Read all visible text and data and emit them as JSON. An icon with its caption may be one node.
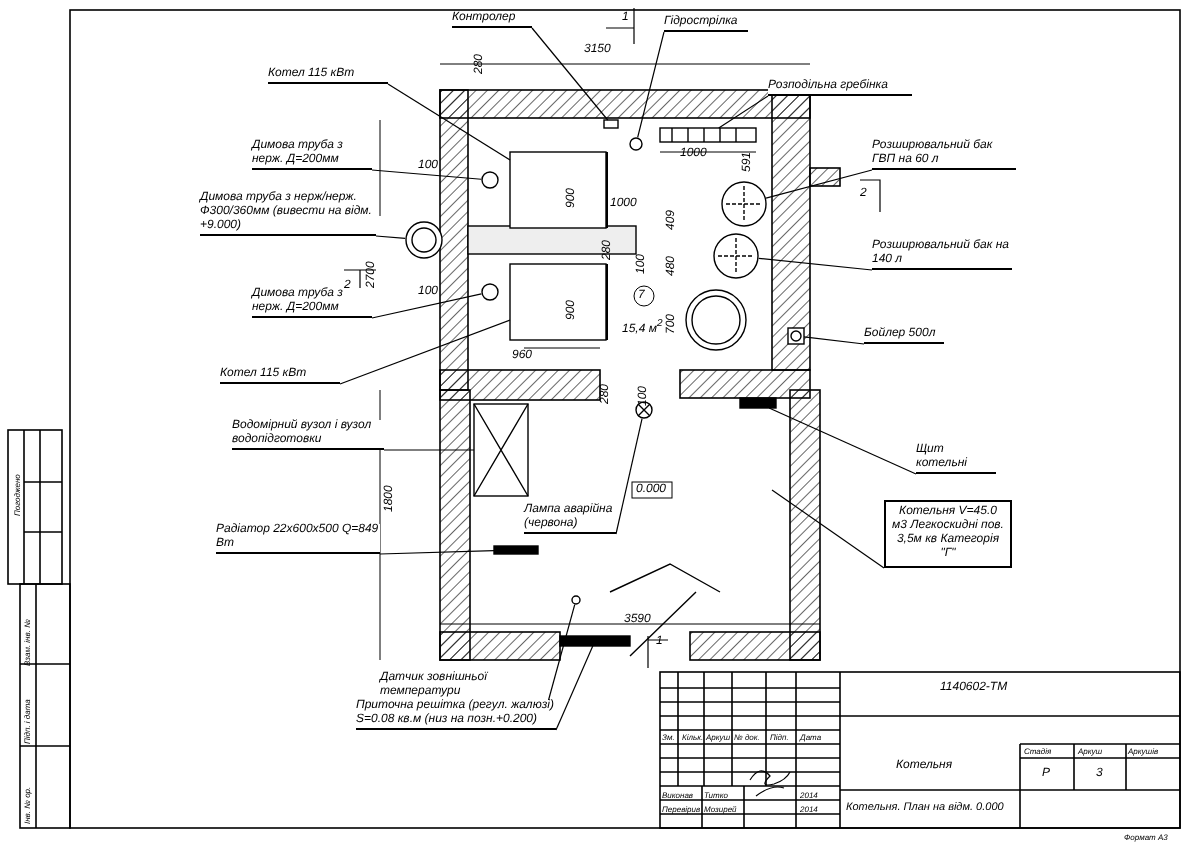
{
  "diagram": {
    "nodes": [
      {
        "text": [
          "Контролер"
        ]
      },
      {
        "text": [
          "Гідрострілка"
        ]
      },
      {
        "text": [
          "Котел 115 кВт"
        ]
      },
      {
        "text": [
          "Розподільна гребінка"
        ]
      },
      {
        "text": [
          "Димова труба з нерж. Д=200мм"
        ]
      },
      {
        "text": [
          "Розширювальний бак ГВП на 60 л"
        ]
      },
      {
        "text": [
          "Димова труба з нерж/нерж. Ф300/360мм (вивести на відм. +9.000)"
        ]
      },
      {
        "text": [
          "Розширювальний бак на 140 л"
        ]
      },
      {
        "text": [
          "Димова труба з нерж. Д=200мм"
        ]
      },
      {
        "text": [
          "Бойлер 500л"
        ]
      },
      {
        "text": [
          "Котел 115 кВт"
        ]
      },
      {
        "text": [
          "Водомірний вузол і вузол водопідготовки"
        ]
      },
      {
        "text": [
          "Щит котельні"
        ]
      },
      {
        "text": [
          "Лампа аварійна (червона)"
        ]
      },
      {
        "text": [
          "Котельня V=45.0 м3 Легкоскидні пов. 3,5м кв Категорія \"Г\""
        ]
      },
      {
        "text": [
          "Радіатор 22х600х500 Q=849 Вт"
        ]
      },
      {
        "text": [
          "Датчик зовнішньої температури"
        ]
      },
      {
        "text": [
          "Приточна решітка (регул. жалюзі) S=0.08 кв.м (низ на позн.+0.200)"
        ]
      },
      {
        "text": [],
        "shape": "box"
      },
      {
        "text": [],
        "shape": "circle"
      },
      {
        "text": [],
        "shape": "box"
      },
      {
        "text": [],
        "shape": "box"
      },
      {
        "text": [],
        "shape": "circle"
      },
      {
        "text": [],
        "shape": "circle"
      },
      {
        "text": [],
        "shape": "circle"
      },
      {
        "text": [],
        "shape": "circle"
      },
      {
        "text": [],
        "shape": "circle"
      },
      {
        "text": [],
        "shape": "box"
      },
      {
        "text": [],
        "shape": "box"
      },
      {
        "text": [],
        "shape": "box"
      },
      {
        "text": [],
        "shape": "bar"
      },
      {
        "text": [],
        "shape": "circle"
      },
      {
        "text": [],
        "shape": "bar"
      },
      {
        "text": [],
        "shape": "circle"
      },
      {
        "text": [],
        "shape": "bar"
      }
    ],
    "edges": [
      {
        "from": 0,
        "to": 18,
        "arrow": "none"
      },
      {
        "from": 1,
        "to": 19,
        "arrow": "none"
      },
      {
        "from": 2,
        "to": 20,
        "arrow": "none"
      },
      {
        "from": 3,
        "to": 21,
        "arrow": "none"
      },
      {
        "from": 4,
        "to": 22,
        "arrow": "none"
      },
      {
        "from": 5,
        "to": 23,
        "arrow": "none"
      },
      {
        "from": 6,
        "to": 24,
        "arrow": "none"
      },
      {
        "from": 7,
        "to": 25,
        "arrow": "none"
      },
      {
        "from": 8,
        "to": 26,
        "arrow": "none"
      },
      {
        "from": 9,
        "to": 27,
        "arrow": "none"
      },
      {
        "from": 10,
        "to": 28,
        "arrow": "none"
      },
      {
        "from": 11,
        "to": 29,
        "arrow": "none"
      },
      {
        "from": 12,
        "to": 30,
        "arrow": "none"
      },
      {
        "from": 13,
        "to": 31,
        "arrow": "none"
      },
      {
        "from": 14,
        "to": null,
        "arrow": "none"
      },
      {
        "from": 15,
        "to": 32,
        "arrow": "none"
      },
      {
        "from": 16,
        "to": 33,
        "arrow": "none"
      },
      {
        "from": 17,
        "to": 34,
        "arrow": "none"
      }
    ],
    "labels": [
      "1",
      "3150",
      "280",
      "2",
      "2700",
      "100",
      "900",
      "1000",
      "591",
      "1000",
      "409",
      "280",
      "2",
      "100",
      "480",
      "100",
      "900",
      "7",
      "15,4 м$^{2}$",
      "700",
      "960",
      "280",
      "100",
      "1800",
      "0.000",
      "3590",
      "1",
      "1140602-ТМ",
      "Зм.",
      "Кільк.",
      "Аркуш",
      "№ док.",
      "Підп.",
      "Дата",
      "Стадія",
      "Аркуш",
      "Аркушів",
      "Котельня",
      "Р",
      "3",
      "Виконав",
      "Титко",
      "2014",
      "Перевірив",
      "Мозирей",
      "2014",
      "Котельня. План на відм. 0.000",
      "Формат А3",
      "Погоджено",
      "Взам. інв. №",
      "Підп. і дата",
      "Інв. № ор."
    ]
  }
}
